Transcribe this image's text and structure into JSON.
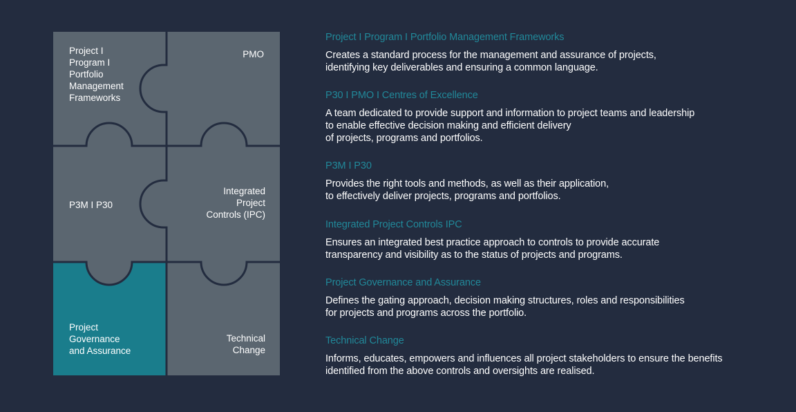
{
  "colors": {
    "background": "#232c3f",
    "piece": "#5b6670",
    "piece_highlight": "#1a7d8c",
    "outline": "#232c3f",
    "title_accent": "#21899a",
    "text": "#ffffff"
  },
  "puzzle": {
    "pieces": [
      {
        "id": "frameworks",
        "label": "Project I\nProgram I\nPortfolio\nManagement\nFrameworks",
        "highlighted": false
      },
      {
        "id": "pmo",
        "label": "PMO",
        "highlighted": false
      },
      {
        "id": "p3m",
        "label": "P3M I P30",
        "highlighted": false
      },
      {
        "id": "ipc",
        "label": "Integrated\nProject\nControls (IPC)",
        "highlighted": false
      },
      {
        "id": "governance",
        "label": "Project\nGovernance\nand Assurance",
        "highlighted": true
      },
      {
        "id": "technical",
        "label": "Technical\nChange",
        "highlighted": false
      }
    ]
  },
  "descriptions": [
    {
      "title": "Project I Program I Portfolio Management Frameworks",
      "body": "Creates a standard process for the management and assurance of projects,\nidentifying key deliverables and ensuring a common language."
    },
    {
      "title": "P30 I PMO I Centres of Excellence",
      "body": "A team dedicated to provide support and information to project teams and leadership\nto enable effective decision making and efficient delivery\nof projects, programs and portfolios."
    },
    {
      "title": "P3M I P30",
      "body": "Provides the right tools and methods, as well as their application,\nto effectively deliver projects, programs and portfolios."
    },
    {
      "title": "Integrated Project Controls IPC",
      "body": "Ensures an integrated best practice approach to controls to provide accurate\ntransparency and visibility as to the status of projects and programs."
    },
    {
      "title": "Project Governance and Assurance",
      "body": "Defines the gating approach, decision making structures, roles and responsibilities\nfor projects and programs across the portfolio."
    },
    {
      "title": "Technical Change",
      "body": "Informs, educates, empowers and influences all project stakeholders to ensure the benefits\nidentified from the above controls and oversights are realised."
    }
  ]
}
